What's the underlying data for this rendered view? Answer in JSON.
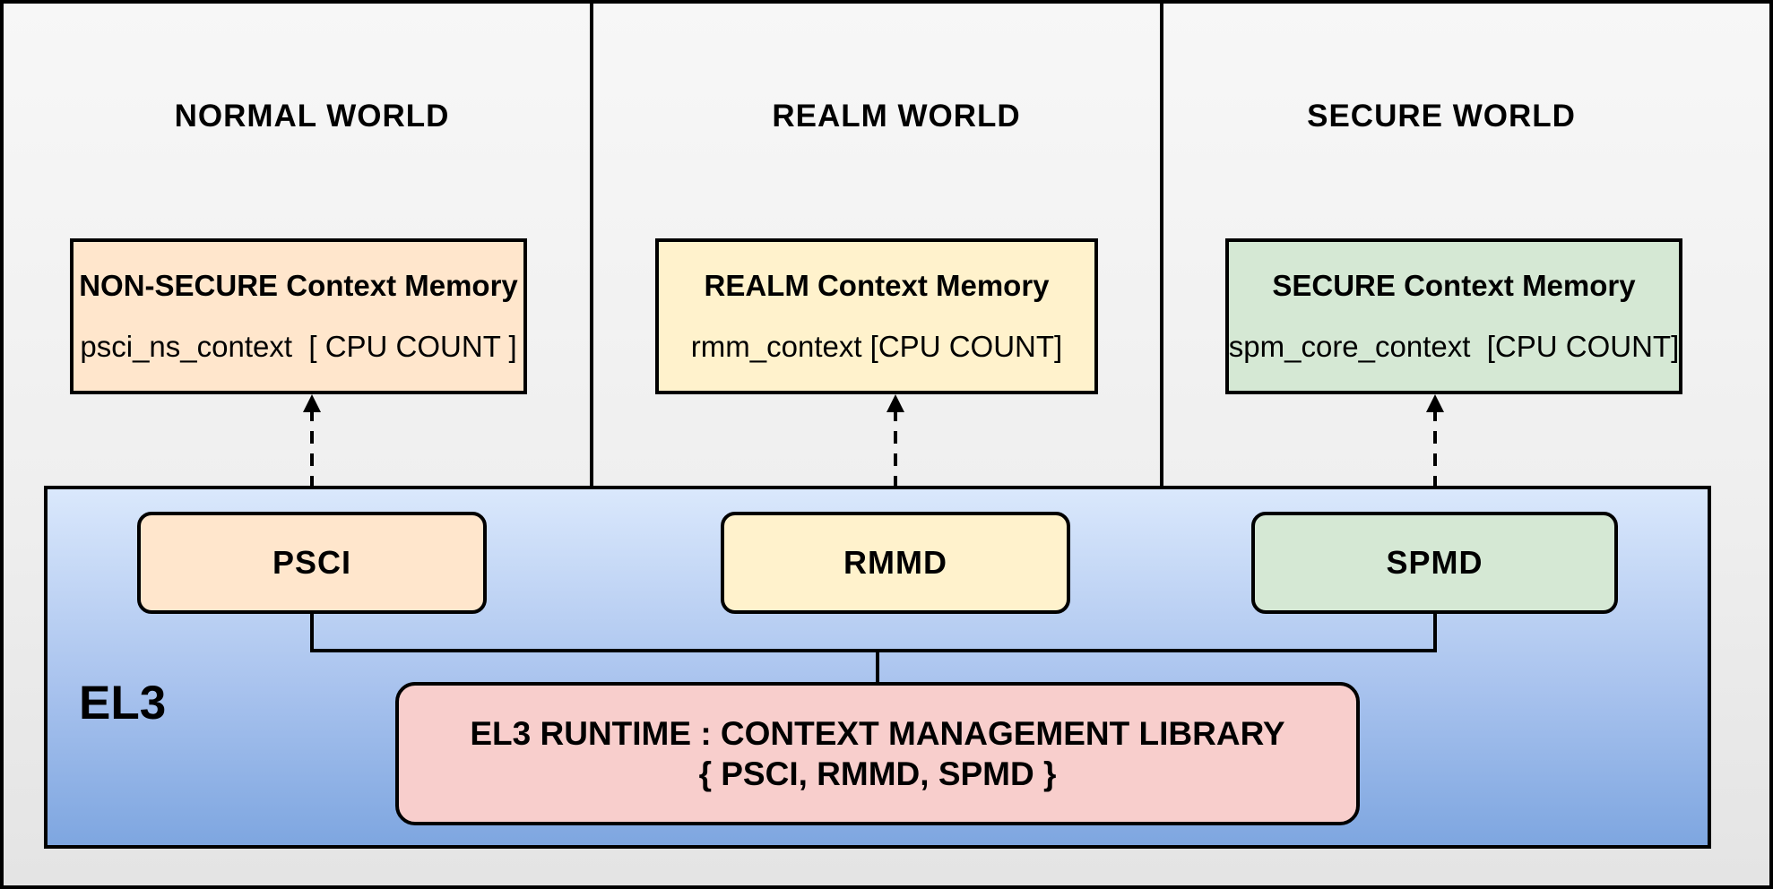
{
  "diagram": {
    "worlds": [
      {
        "title": "NORMAL WORLD",
        "memory_title": "NON-SECURE Context Memory",
        "memory_value": "psci_ns_context  [ CPU COUNT ]",
        "box_color": "#FFE6CC"
      },
      {
        "title": "REALM WORLD",
        "memory_title": "REALM Context Memory",
        "memory_value": "rmm_context [CPU COUNT]",
        "box_color": "#FFF2CC"
      },
      {
        "title": "SECURE WORLD",
        "memory_title": "SECURE Context Memory",
        "memory_value": "spm_core_context  [CPU COUNT]",
        "box_color": "#D5E8D4"
      }
    ],
    "el3": {
      "label": "EL3",
      "modules": [
        {
          "label": "PSCI",
          "color": "#FFE6CC"
        },
        {
          "label": "RMMD",
          "color": "#FFF2CC"
        },
        {
          "label": "SPMD",
          "color": "#D5E8D4"
        }
      ],
      "runtime_line1": "EL3 RUNTIME : CONTEXT MANAGEMENT LIBRARY",
      "runtime_line2": "{ PSCI, RMMD, SPMD }",
      "runtime_color": "#F8CECC"
    },
    "palette": {
      "panel_top": "#F7F7F7",
      "panel_bottom": "#E4E4E4",
      "el3_gradient_top": "#DAE8FC",
      "el3_gradient_bottom": "#7EA6E0",
      "border": "#000000"
    }
  }
}
